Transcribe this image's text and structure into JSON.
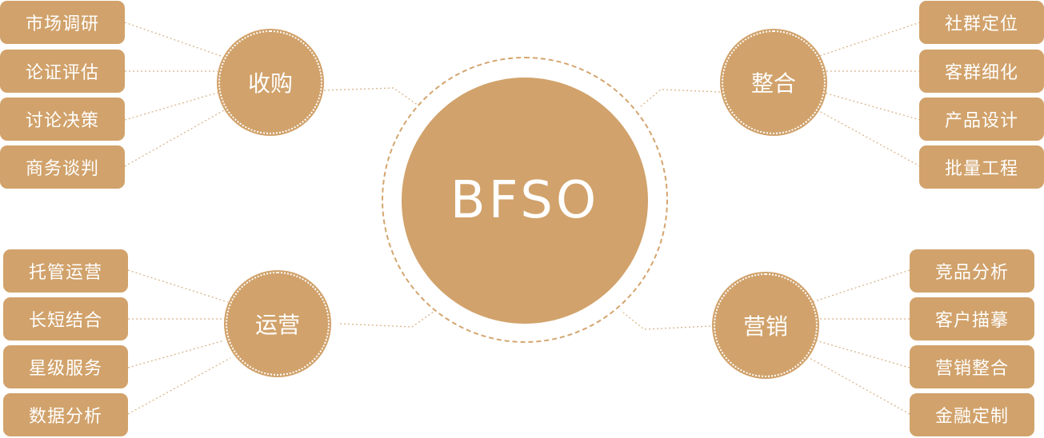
{
  "center": {
    "label": "BFSO"
  },
  "colors": {
    "primary": "#d1a26b",
    "ring": "#d4a56f",
    "connector": "#d9b58b"
  },
  "groups": [
    {
      "hub": "收购",
      "items": [
        "市场调研",
        "论证评估",
        "讨论决策",
        "商务谈判"
      ]
    },
    {
      "hub": "整合",
      "items": [
        "社群定位",
        "客群细化",
        "产品设计",
        "批量工程"
      ]
    },
    {
      "hub": "运营",
      "items": [
        "托管运营",
        "长短结合",
        "星级服务",
        "数据分析"
      ]
    },
    {
      "hub": "营销",
      "items": [
        "竞品分析",
        "客户描摹",
        "营销整合",
        "金融定制"
      ]
    }
  ]
}
